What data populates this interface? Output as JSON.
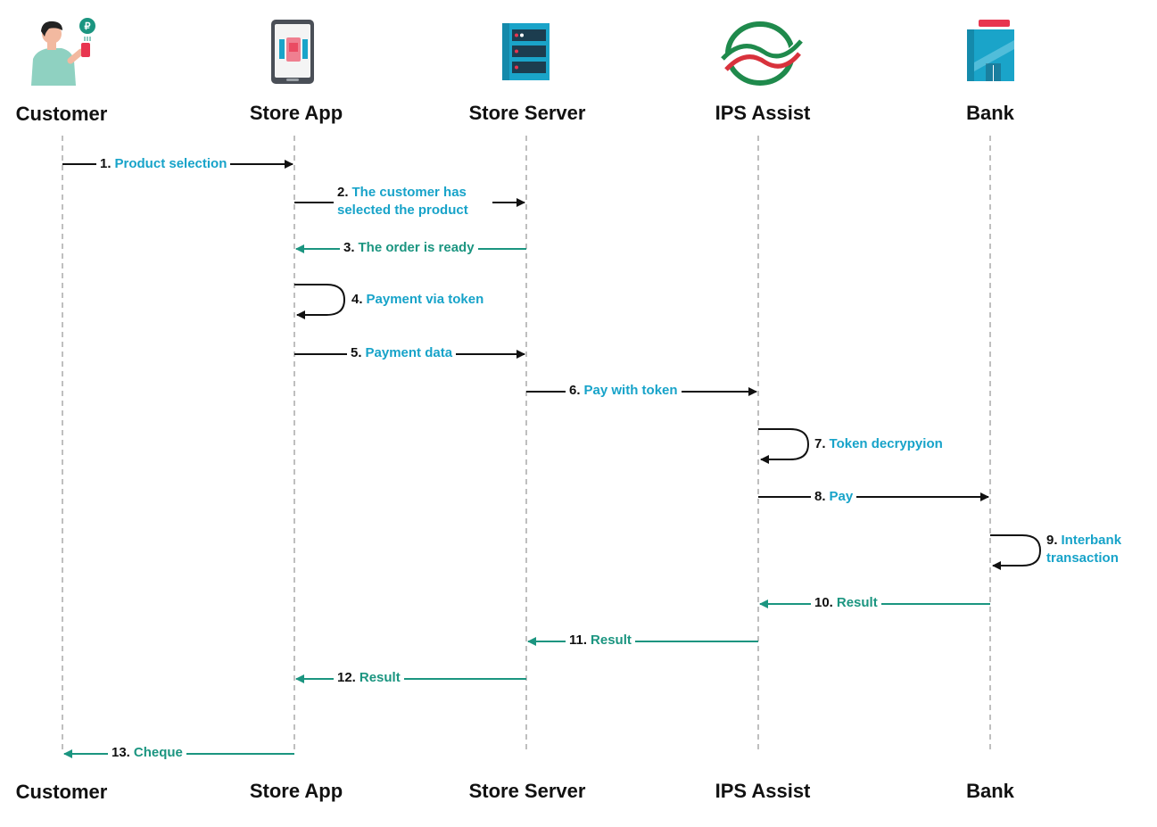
{
  "actors": [
    {
      "id": "customer",
      "name": "Customer",
      "icon": "person-with-phone-icon"
    },
    {
      "id": "store-app",
      "name": "Store App",
      "icon": "smartphone-icon"
    },
    {
      "id": "store-server",
      "name": "Store Server",
      "icon": "server-icon"
    },
    {
      "id": "ips-assist",
      "name": "IPS Assist",
      "icon": "ips-assist-logo"
    },
    {
      "id": "bank",
      "name": "Bank",
      "icon": "bank-building-icon"
    }
  ],
  "messages": [
    {
      "num": "1.",
      "text": "Product selection",
      "from": 0,
      "to": 1,
      "color": "blue"
    },
    {
      "num": "2.",
      "text": "The customer has\nselected the product",
      "from": 1,
      "to": 2,
      "color": "blue"
    },
    {
      "num": "3.",
      "text": "The order is ready",
      "from": 2,
      "to": 1,
      "color": "green"
    },
    {
      "num": "4.",
      "text": "Payment via token",
      "from": 1,
      "to": 1,
      "color": "blue"
    },
    {
      "num": "5.",
      "text": "Payment data",
      "from": 1,
      "to": 2,
      "color": "blue"
    },
    {
      "num": "6.",
      "text": "Pay with token",
      "from": 2,
      "to": 3,
      "color": "blue"
    },
    {
      "num": "7.",
      "text": "Token decrypyion",
      "from": 3,
      "to": 3,
      "color": "blue"
    },
    {
      "num": "8.",
      "text": "Pay",
      "from": 3,
      "to": 4,
      "color": "blue"
    },
    {
      "num": "9.",
      "text": "Interbank\ntransaction",
      "from": 4,
      "to": 4,
      "color": "blue"
    },
    {
      "num": "10.",
      "text": "Result",
      "from": 4,
      "to": 3,
      "color": "green"
    },
    {
      "num": "11.",
      "text": "Result",
      "from": 3,
      "to": 2,
      "color": "green"
    },
    {
      "num": "12.",
      "text": "Result",
      "from": 2,
      "to": 1,
      "color": "green"
    },
    {
      "num": "13.",
      "text": "Cheque",
      "from": 1,
      "to": 0,
      "color": "green"
    }
  ],
  "colors": {
    "blue": "#17a3c9",
    "green": "#1b9580",
    "request_arrow": "#111111",
    "response_arrow": "#1b9580",
    "lifeline": "#aaaaaa"
  }
}
